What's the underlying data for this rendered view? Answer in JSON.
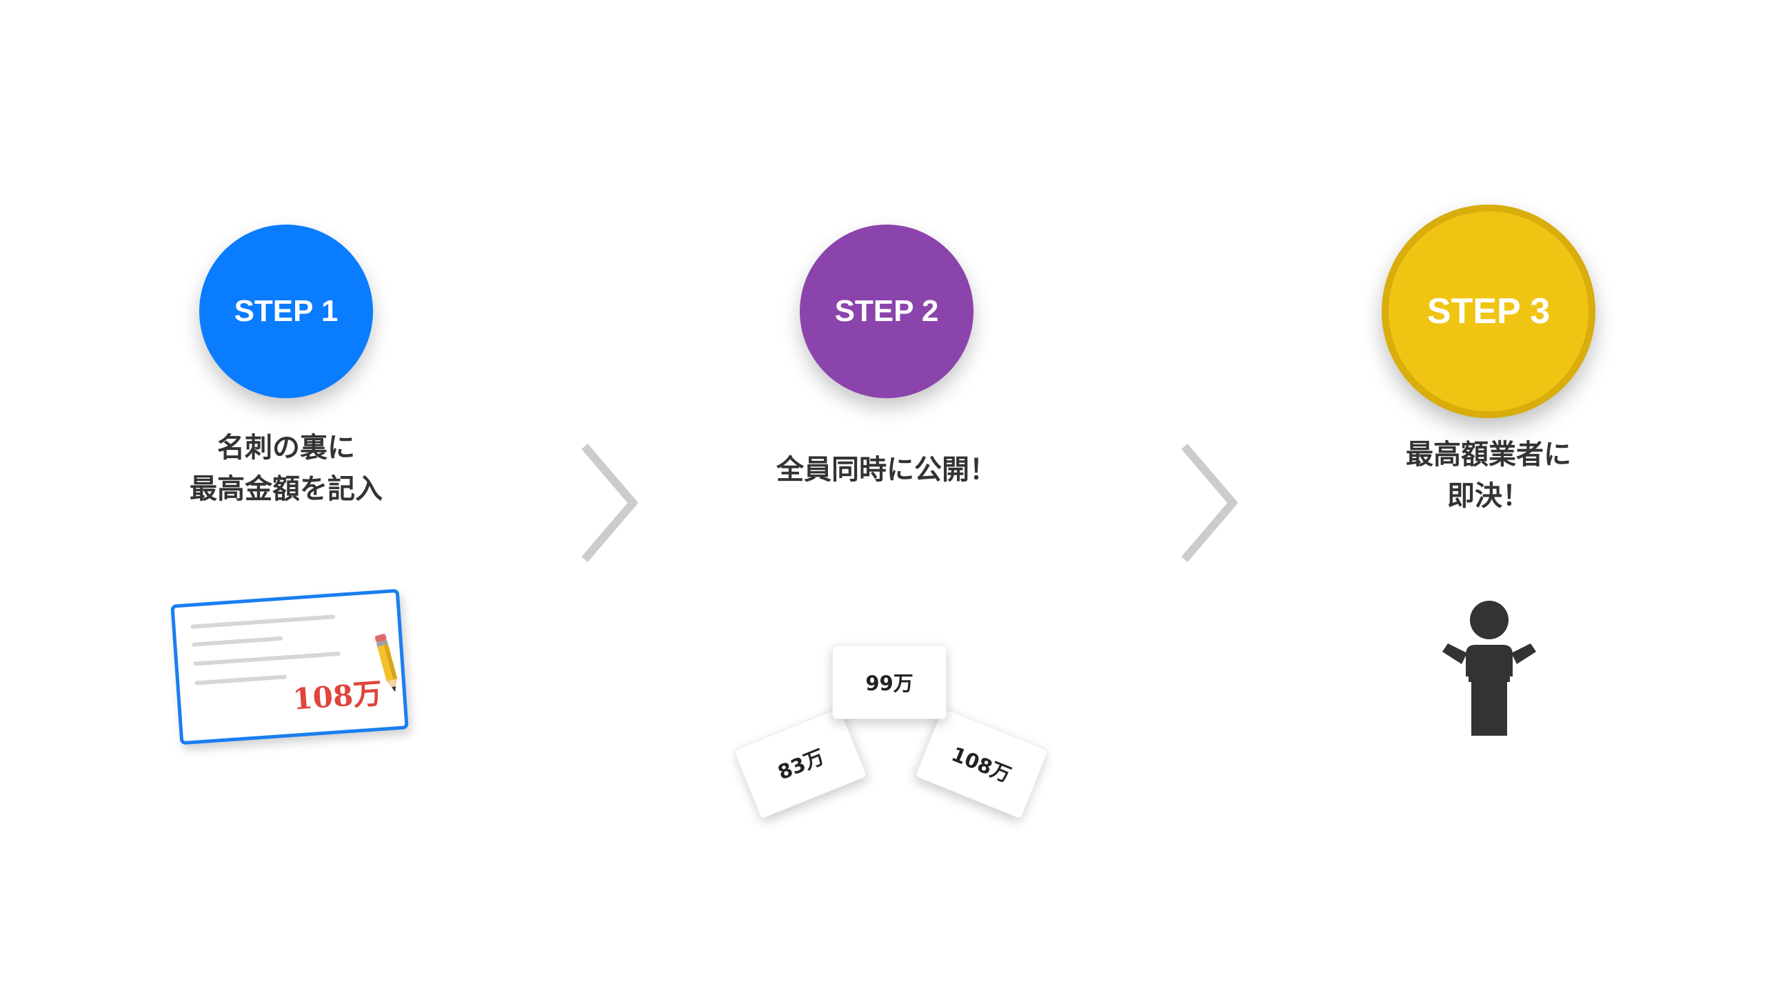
{
  "steps": [
    {
      "badge": "STEP 1",
      "color": "#0a7cff",
      "caption_lines": [
        "名刺の裏に",
        "最高金額を記入"
      ]
    },
    {
      "badge": "STEP 2",
      "color": "#8c44ad",
      "caption_lines": [
        "全員同時に公開！"
      ]
    },
    {
      "badge": "STEP 3",
      "color": "#f0c413",
      "caption_lines": [
        "最高額業者に",
        "即決！"
      ]
    }
  ],
  "step1_card": {
    "amount": "108万"
  },
  "step2_bids": {
    "left": "83万",
    "middle": "99万",
    "right": "108万"
  },
  "colors": {
    "chevron": "#cccccc",
    "text": "#333333",
    "amount": "#e0443a",
    "card_border": "#1a7ef0"
  },
  "icons": [
    "chevron-right-icon",
    "pencil-icon",
    "person-icon"
  ]
}
